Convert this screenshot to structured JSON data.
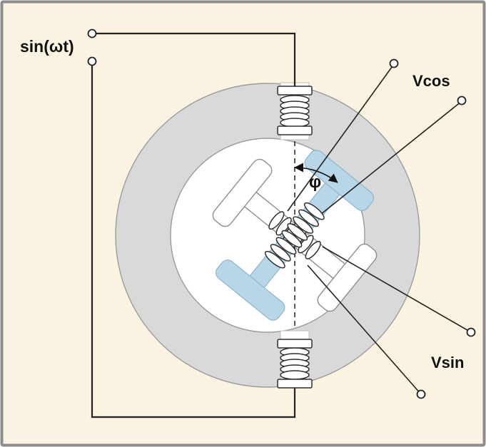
{
  "diagram": {
    "labels": {
      "excitation": "sin(ωt)",
      "phase_angle": "φ",
      "cos_output": "Vcos",
      "sin_output": "Vsin"
    },
    "colors": {
      "background": "#faf3e1",
      "frame": "#8d8d8d",
      "stator_ring": "#d9d9d9",
      "rotor_bore": "#ffffff",
      "rotor_cos": "#b7d7e8",
      "rotor_sin": "#ffffff",
      "wire": "#222222",
      "text": "#111111"
    }
  }
}
